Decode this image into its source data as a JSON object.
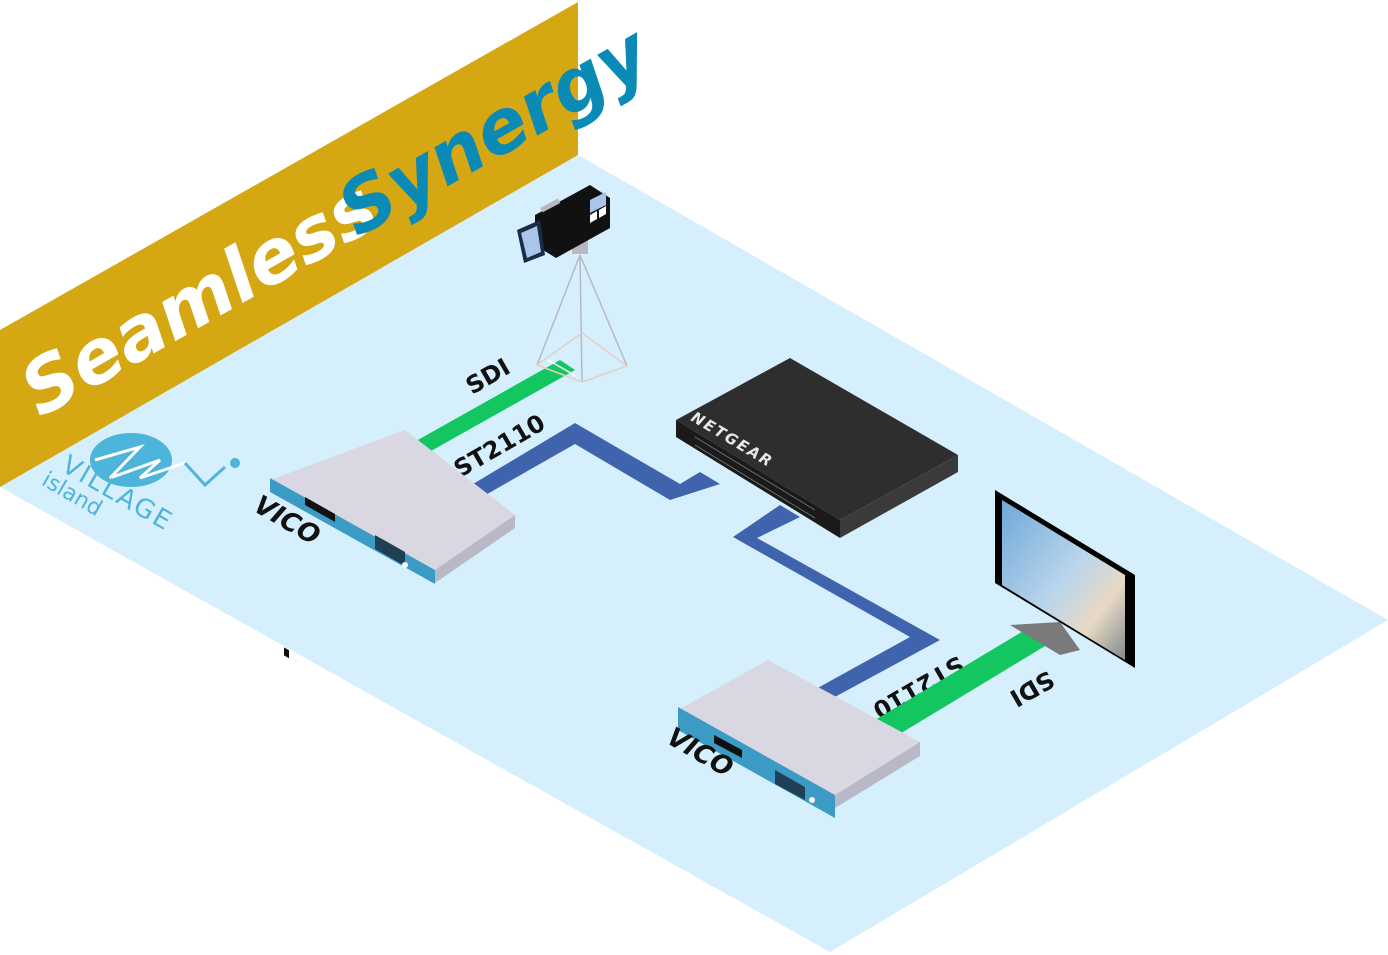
{
  "banner": {
    "word1": "Seamless",
    "word2": "Synergy",
    "color": "#D4A713",
    "word1_color": "#ffffff",
    "word2_color": "#0A8AB4"
  },
  "floor": {
    "color": "#D6EFFD"
  },
  "logo": {
    "line1": "VILLAGE",
    "line2": "island",
    "color": "#4DB4DA"
  },
  "devices": {
    "vico1": {
      "label": "VICO"
    },
    "vico2": {
      "label": "VICO"
    },
    "switch": {
      "brand": "NETGEAR"
    },
    "camera": {
      "name": "video-camera"
    },
    "monitor": {
      "name": "display-monitor"
    }
  },
  "links": {
    "sdi_color": "#13C65F",
    "st2110_color": "#3F64AD",
    "sdi_camera": "SDI",
    "st2110_vico1": "ST2110",
    "st2110_vico2": "ST2110",
    "sdi_monitor": "SDI"
  }
}
